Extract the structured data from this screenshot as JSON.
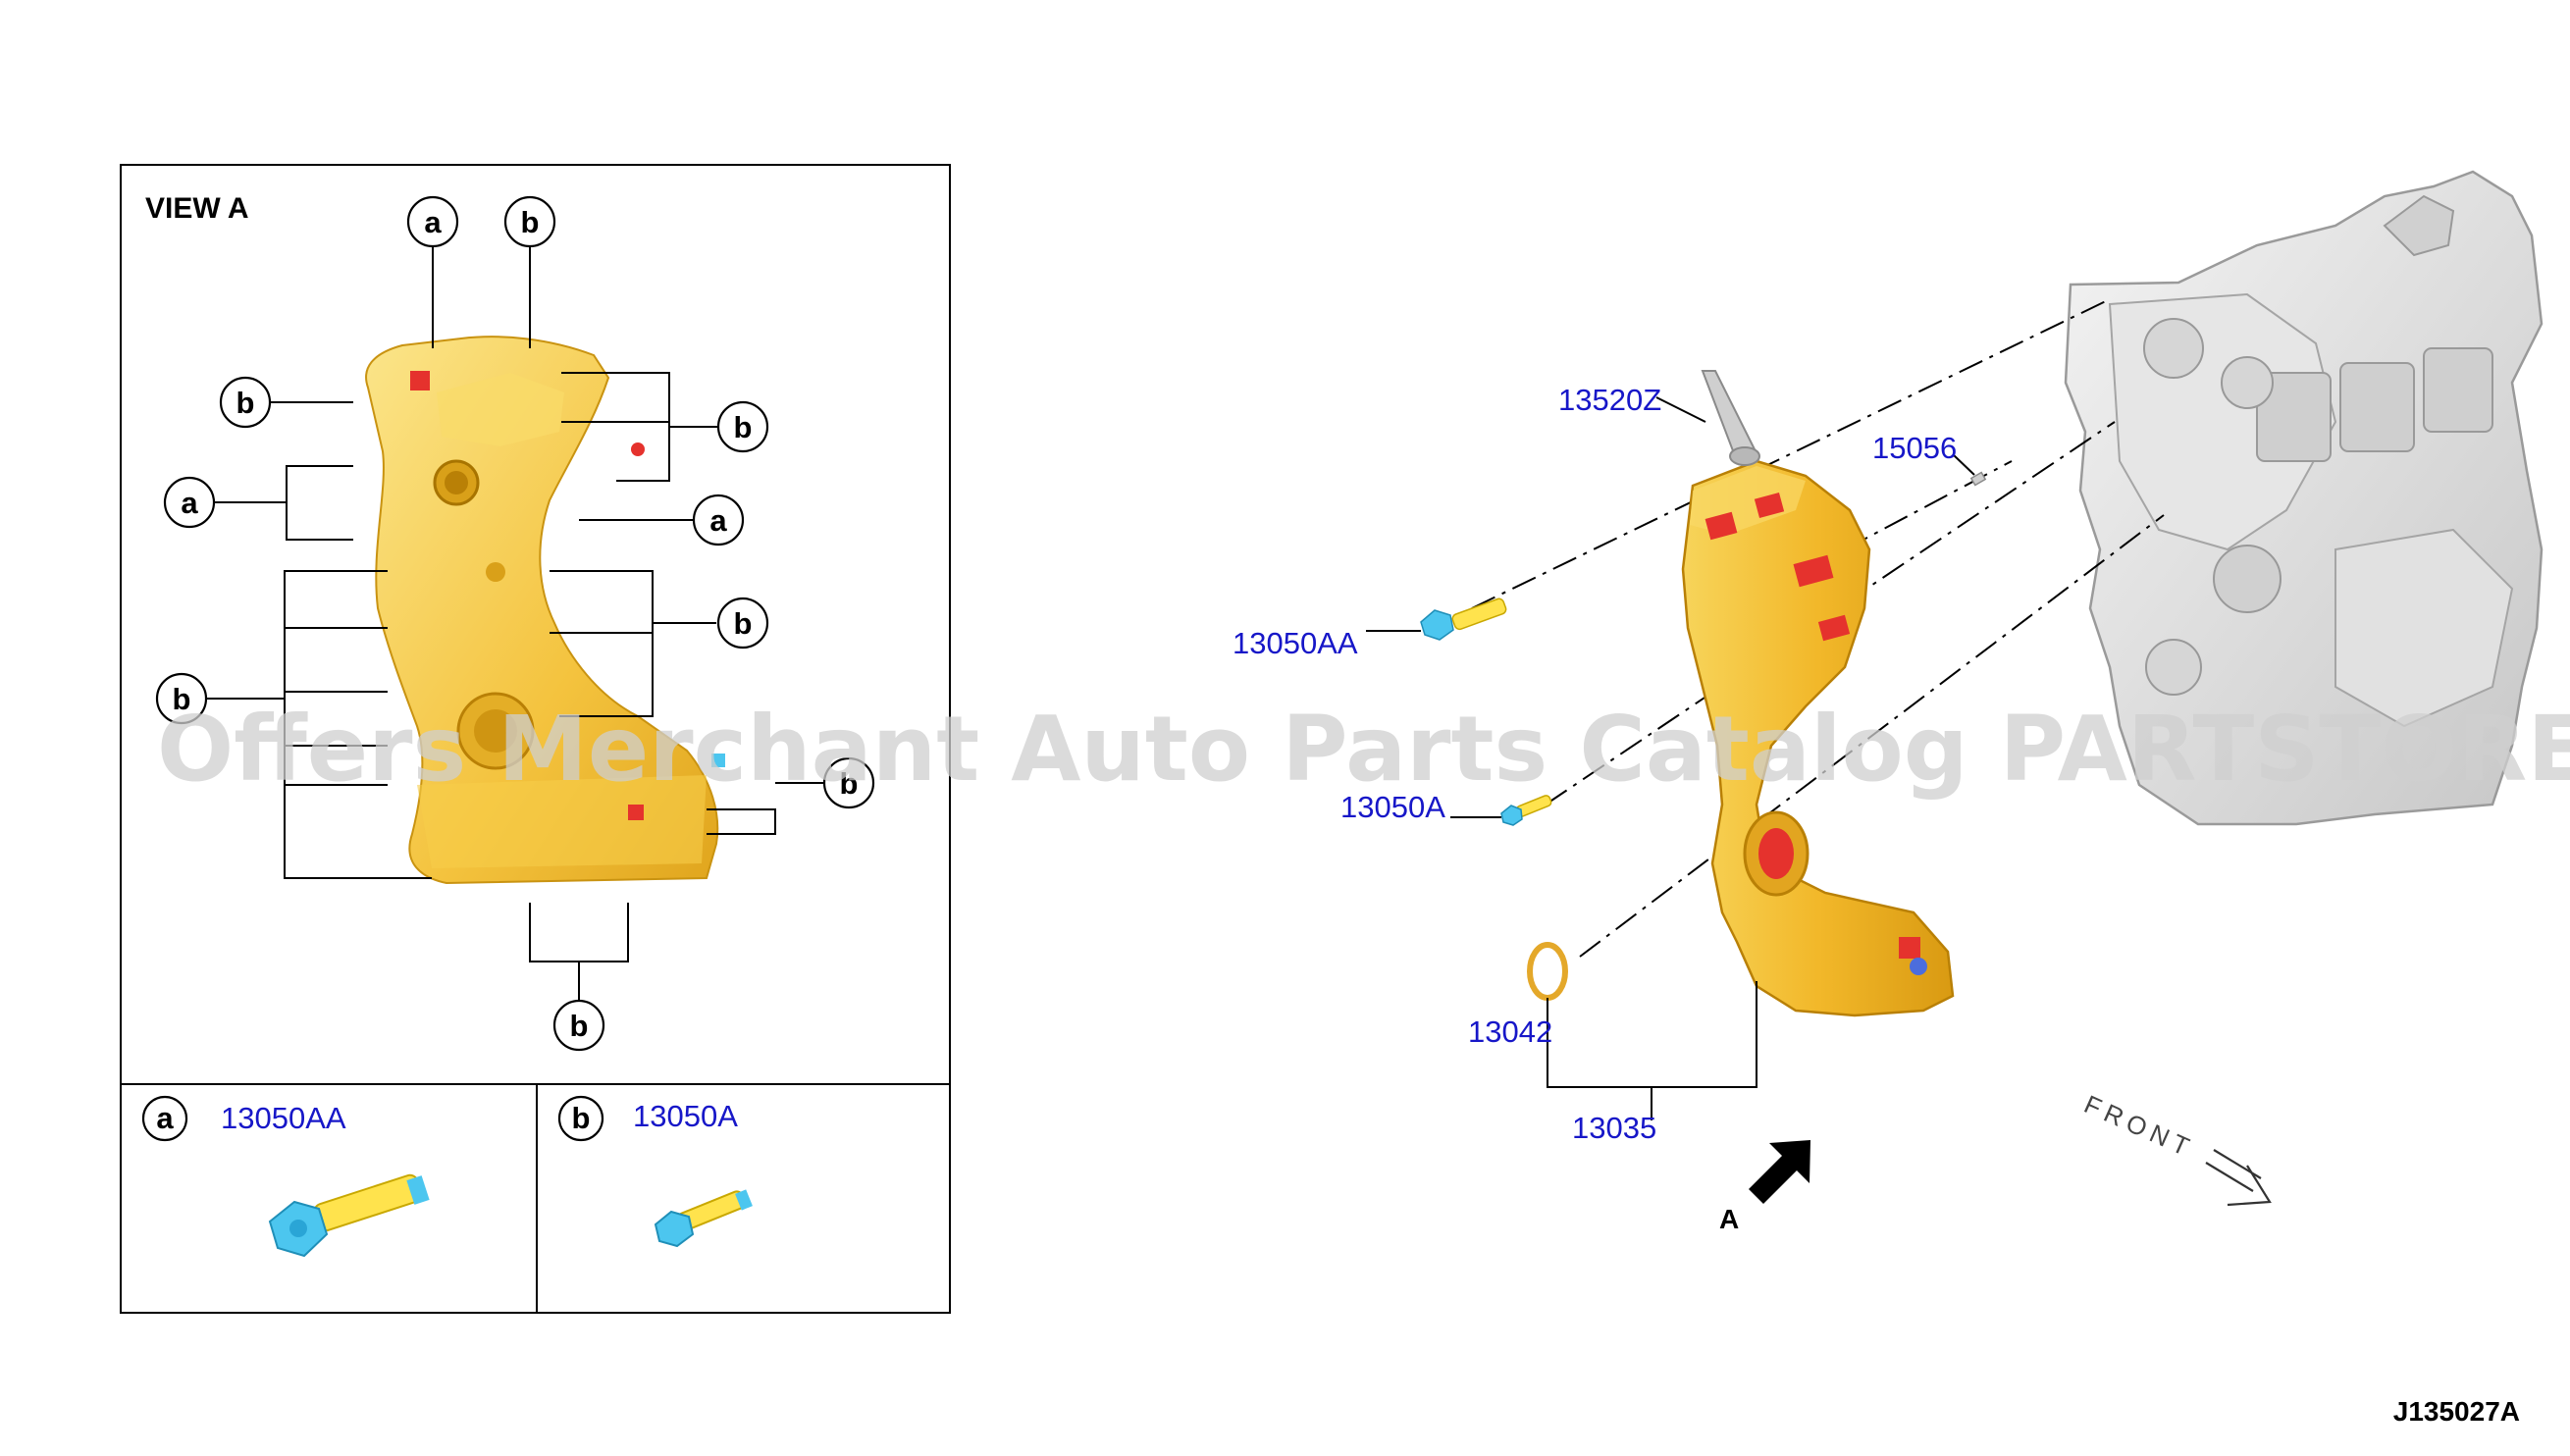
{
  "view_a": {
    "title": "VIEW A",
    "callouts": [
      "a",
      "b",
      "b",
      "b",
      "a",
      "a",
      "b",
      "b",
      "b",
      "b"
    ]
  },
  "legend": {
    "a": {
      "letter": "a",
      "part": "13050AA"
    },
    "b": {
      "letter": "b",
      "part": "13050A"
    }
  },
  "parts": {
    "p13520Z": "13520Z",
    "p15056": "15056",
    "p13050AA": "13050AA",
    "p13050A": "13050A",
    "p13042": "13042",
    "p13035": "13035"
  },
  "view_arrow_label": "A",
  "front_label": "FRONT",
  "diagram_ref": "J135027A",
  "watermark": "Offers Merchant Auto Parts Catalog PARTSTORE.SA",
  "colors": {
    "part_number_text": "#1717c8",
    "cover_gold": "#f2b82a",
    "cover_red": "#e5322d",
    "bolt_cyan": "#4cc6ef",
    "bolt_yellow": "#ffe34d",
    "engine_gray": "#d8d8d8"
  }
}
